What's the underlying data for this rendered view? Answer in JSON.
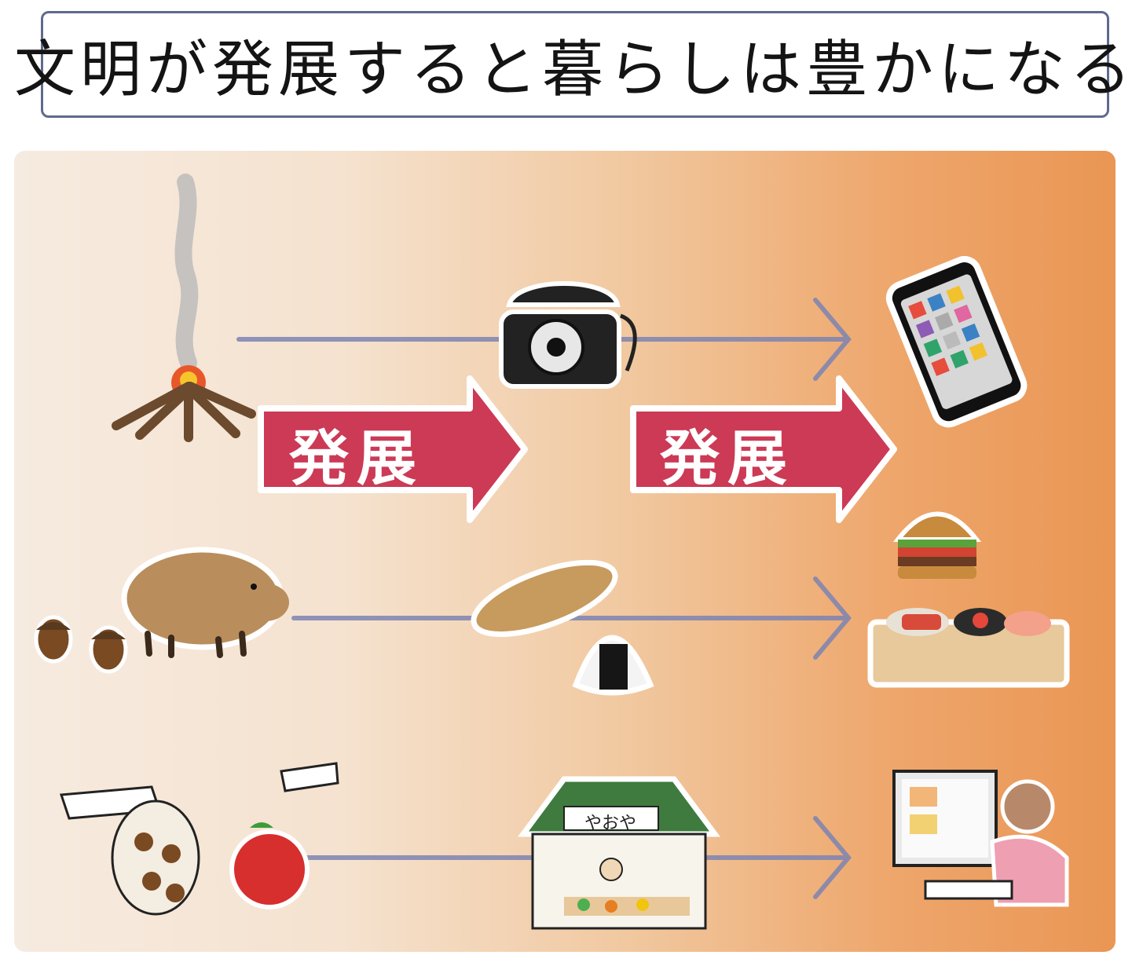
{
  "title": "文明が発展すると暮らしは豊かになる",
  "arrows": [
    {
      "label": "発展"
    },
    {
      "label": "発展"
    }
  ],
  "rows": [
    {
      "name": "communication",
      "stages": [
        "campfire-smoke",
        "rotary-telephone",
        "smartphone"
      ]
    },
    {
      "name": "food",
      "stages": [
        "boar-and-acorns",
        "bread-and-onigiri",
        "burger-and-sushi"
      ]
    },
    {
      "name": "trade",
      "stages": [
        "barter-acorns-for-apple",
        "vegetable-shop",
        "online-shopping"
      ]
    }
  ],
  "shop_sign": "やおや",
  "colors": {
    "arrow_red": "#cc3a56",
    "progress_line": "#7d84b2",
    "title_border": "#5f6a8e",
    "panel_left": "#f6ebe0",
    "panel_right": "#ea9654"
  }
}
